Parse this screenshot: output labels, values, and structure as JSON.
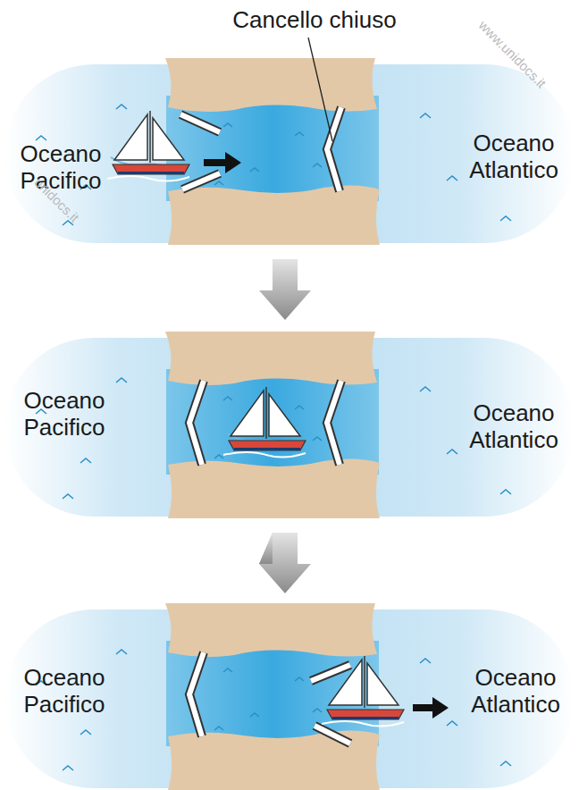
{
  "diagram": {
    "labels": [
      "Cancello chiuso",
      "Oceano Pacifico",
      "Oceano Atlantico",
      "Oceano Pacifico",
      "Oceano Atlantico",
      "Oceano Pacifico",
      "Oceano Atlantico",
      "www.unidocs.it",
      "unidocs.it"
    ]
  }
}
